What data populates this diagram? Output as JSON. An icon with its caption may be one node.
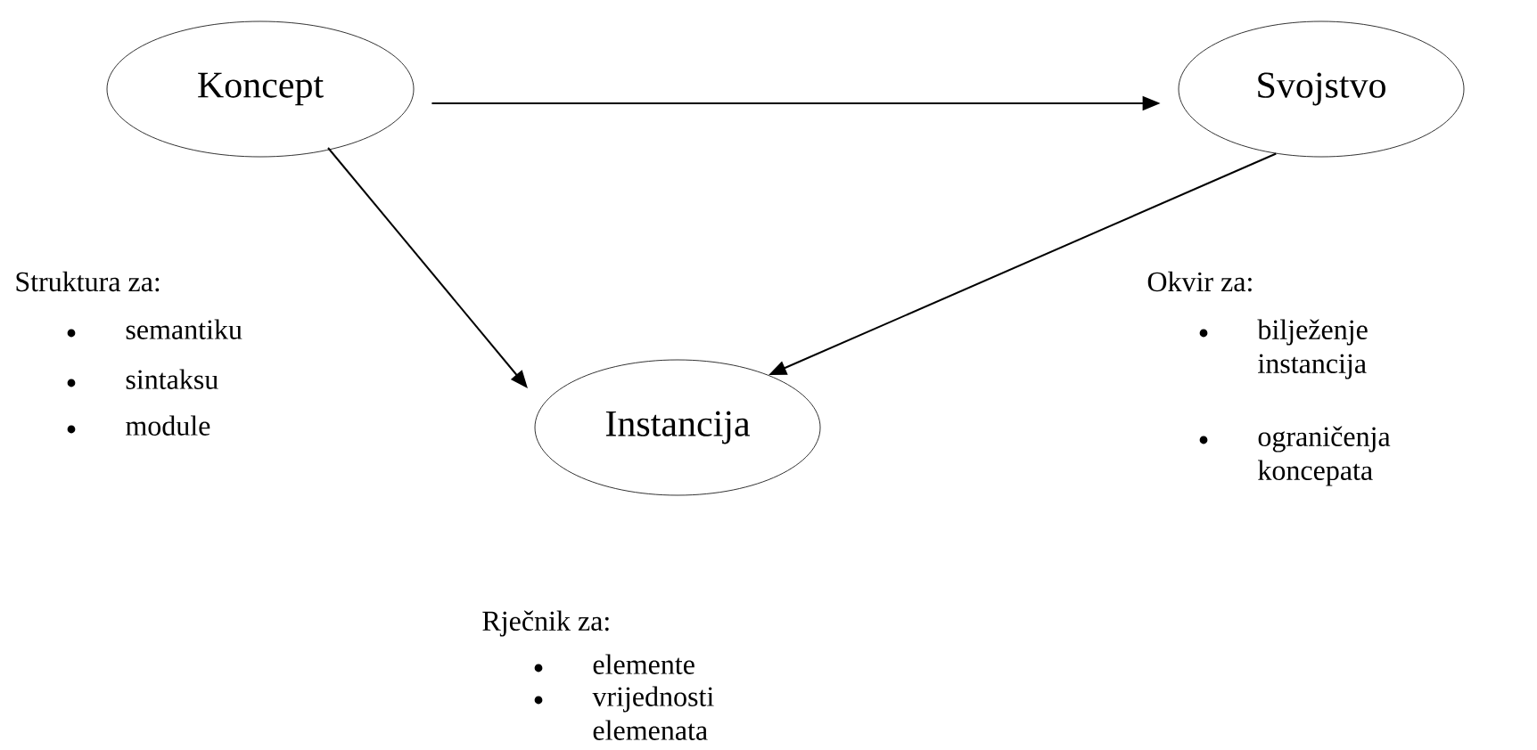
{
  "diagram": {
    "nodes": [
      {
        "text": [
          "Koncept"
        ],
        "beside": [
          "Struktura za:",
          "semantiku",
          "sintaksu",
          "module"
        ]
      },
      {
        "text": [
          "Svojstvo"
        ],
        "beside": [
          "Okvir za:",
          "bilježenje instancija",
          "ograničenja koncepata"
        ]
      },
      {
        "text": [
          "Instancija"
        ],
        "beside": [
          "Rječnik za:",
          "elemente",
          "vrijednosti elemenata"
        ]
      }
    ],
    "edges": [
      {
        "from": 0,
        "to": 1,
        "arrow": "to"
      },
      {
        "from": 0,
        "to": 2,
        "arrow": "to"
      },
      {
        "from": 1,
        "to": 2,
        "arrow": "to"
      }
    ]
  }
}
